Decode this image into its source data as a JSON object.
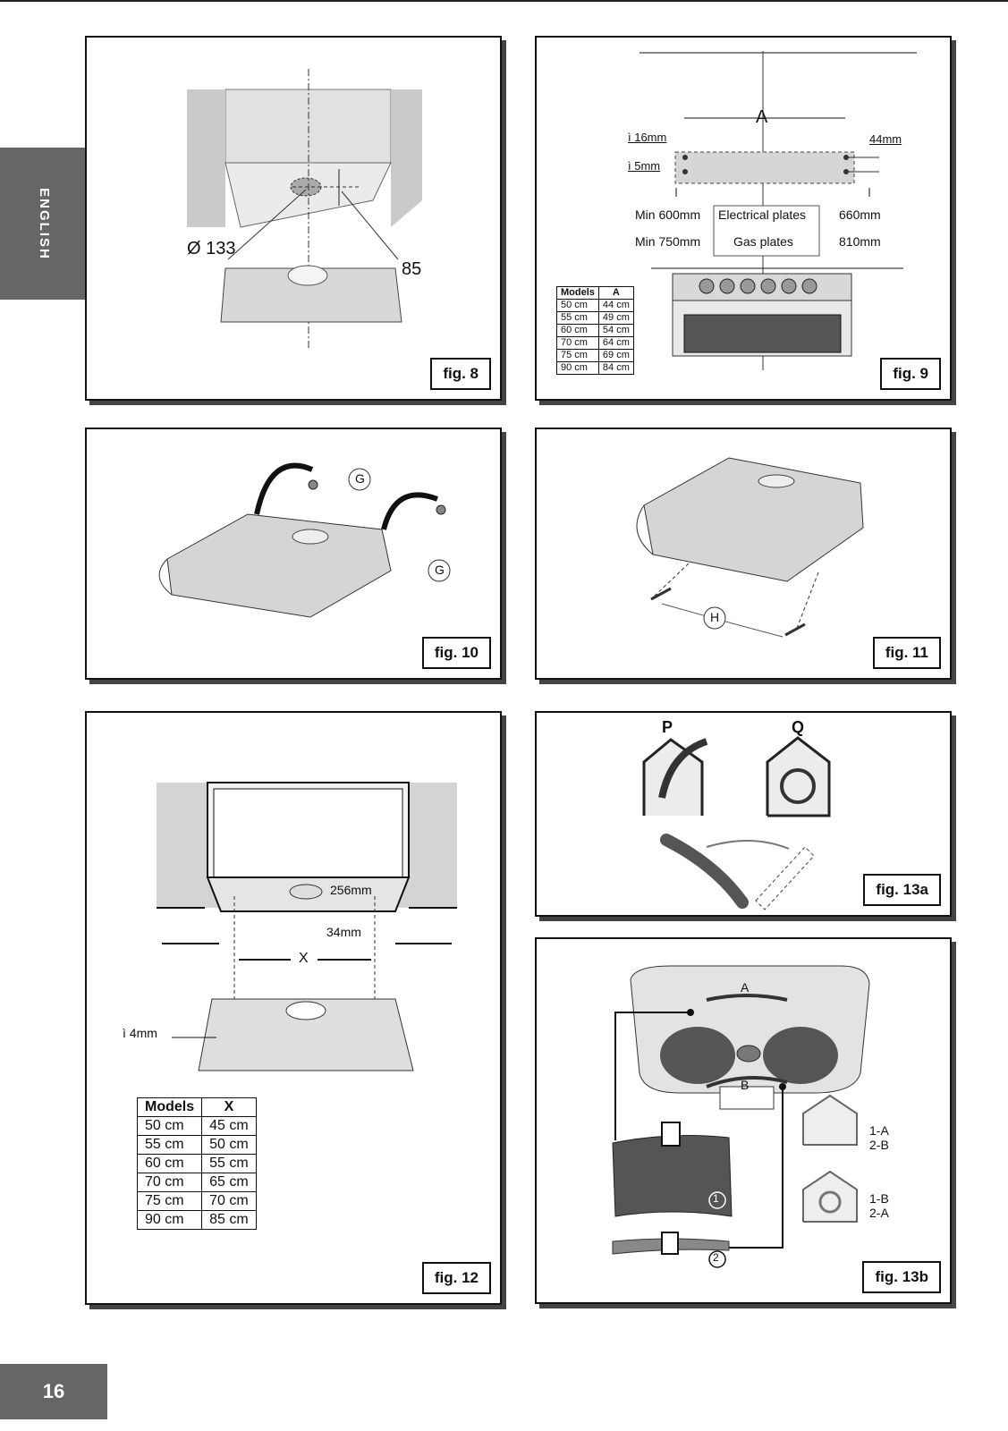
{
  "language_tab": "ENGLISH",
  "page_number": "16",
  "fig8": {
    "label": "fig. 8",
    "diameter": "Ø 133",
    "offset": "85"
  },
  "fig9": {
    "label": "fig. 9",
    "dim_a": "A",
    "hole_16": "ì 16mm",
    "hole_5": "ì 5mm",
    "dim_44": "44mm",
    "min_600": "Min 600mm",
    "min_750": "Min 750mm",
    "electrical": "Electrical plates",
    "gas": "Gas plates",
    "mm_660": "660mm",
    "mm_810": "810mm",
    "table": {
      "headers": [
        "Models",
        "A"
      ],
      "rows": [
        [
          "50 cm",
          "44 cm"
        ],
        [
          "55 cm",
          "49 cm"
        ],
        [
          "60 cm",
          "54 cm"
        ],
        [
          "70 cm",
          "64 cm"
        ],
        [
          "75 cm",
          "69 cm"
        ],
        [
          "90 cm",
          "84 cm"
        ]
      ]
    }
  },
  "fig10": {
    "label": "fig. 10",
    "callout": "G"
  },
  "fig11": {
    "label": "fig. 11",
    "callout": "H"
  },
  "fig12": {
    "label": "fig. 12",
    "dim_256": "256mm",
    "dim_34": "34mm",
    "dim_x": "X",
    "hole_4": "ì 4mm",
    "table": {
      "headers": [
        "Models",
        "X"
      ],
      "rows": [
        [
          "50 cm",
          "45 cm"
        ],
        [
          "55 cm",
          "50 cm"
        ],
        [
          "60 cm",
          "55 cm"
        ],
        [
          "70 cm",
          "65 cm"
        ],
        [
          "75 cm",
          "70 cm"
        ],
        [
          "90 cm",
          "85 cm"
        ]
      ]
    }
  },
  "fig13a": {
    "label": "fig. 13a",
    "p": "P",
    "q": "Q"
  },
  "fig13b": {
    "label": "fig. 13b",
    "a": "A",
    "b": "B",
    "n1": "1",
    "n2": "2",
    "ext_1": "1-A",
    "ext_2": "2-B",
    "rec_1": "1-B",
    "rec_2": "2-A"
  }
}
